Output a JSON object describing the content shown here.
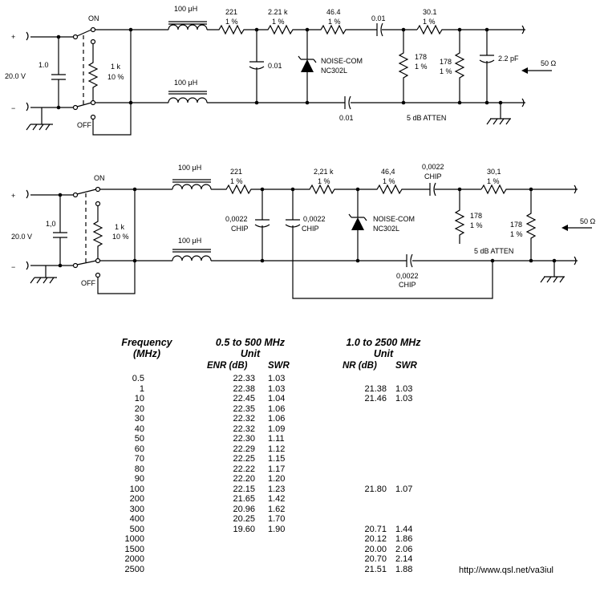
{
  "schematic1": {
    "supply_plus": "+",
    "supply_minus": "−",
    "supply_voltage": "20.0 V",
    "input_cap": "1.0",
    "switch_on": "ON",
    "switch_off": "OFF",
    "bleeder_value": "1 k",
    "bleeder_tol": "10 %",
    "choke_top": "100 μH",
    "choke_bottom": "100 μH",
    "r221_value": "221",
    "r221_tol": "1 %",
    "r221k_value": "2.21 k",
    "r221k_tol": "1 %",
    "bypass_cap": "0.01",
    "diode_name": "NOISE-COM",
    "diode_part": "NC302L",
    "r464_value": "46.4",
    "r464_tol": "1 %",
    "coupling_cap_top": "0.01",
    "coupling_cap_bottom": "0.01",
    "r301_value": "30.1",
    "r301_tol": "1 %",
    "r178a_value": "178",
    "r178a_tol": "1 %",
    "r178b_value": "178",
    "r178b_tol": "1 %",
    "output_cap": "2.2 pF",
    "impedance": "50 Ω",
    "atten": "5 dB ATTEN"
  },
  "schematic2": {
    "supply_plus": "+",
    "supply_minus": "−",
    "supply_voltage": "20.0 V",
    "input_cap": "1,0",
    "switch_on": "ON",
    "switch_off": "OFF",
    "bleeder_value": "1 k",
    "bleeder_tol": "10 %",
    "choke_top": "100 μH",
    "choke_bottom": "100 μH",
    "r221_value": "221",
    "r221_tol": "1 %",
    "bypass1_value": "0,0022",
    "bypass1_type": "CHIP",
    "bypass2_value": "0,0022",
    "bypass2_type": "CHIP",
    "r221k_value": "2,21 k",
    "r221k_tol": "1 %",
    "diode_name": "NOISE-COM",
    "diode_part": "NC302L",
    "r464_value": "46,4",
    "r464_tol": "1 %",
    "coupling_top_value": "0,0022",
    "coupling_top_type": "CHIP",
    "coupling_bottom_value": "0,0022",
    "coupling_bottom_type": "CHIP",
    "r301_value": "30,1",
    "r301_tol": "1 %",
    "r178a_value": "178",
    "r178a_tol": "1 %",
    "r178b_value": "178",
    "r178b_tol": "1 %",
    "impedance": "50 Ω",
    "atten": "5 dB ATTEN"
  },
  "table": {
    "freq_header": [
      "Frequency",
      "(MHz)"
    ],
    "unit1_header": [
      "0.5 to 500 MHz",
      "Unit"
    ],
    "unit2_header": [
      "1.0 to 2500 MHz",
      "Unit"
    ],
    "unit1_enr": "ENR (dB)",
    "unit1_swr": "SWR",
    "unit2_nr": "NR (dB)",
    "unit2_swr": "SWR",
    "rows": [
      {
        "freq": "0.5",
        "enr1": "22.33",
        "swr1": "1.03",
        "nr2": "",
        "swr2": ""
      },
      {
        "freq": "1",
        "enr1": "22.38",
        "swr1": "1.03",
        "nr2": "21.38",
        "swr2": "1.03"
      },
      {
        "freq": "10",
        "enr1": "22.45",
        "swr1": "1.04",
        "nr2": "21.46",
        "swr2": "1.03"
      },
      {
        "freq": "20",
        "enr1": "22.35",
        "swr1": "1.06",
        "nr2": "",
        "swr2": ""
      },
      {
        "freq": "30",
        "enr1": "22.32",
        "swr1": "1.06",
        "nr2": "",
        "swr2": ""
      },
      {
        "freq": "40",
        "enr1": "22.32",
        "swr1": "1.09",
        "nr2": "",
        "swr2": ""
      },
      {
        "freq": "50",
        "enr1": "22.30",
        "swr1": "1.11",
        "nr2": "",
        "swr2": ""
      },
      {
        "freq": "60",
        "enr1": "22.29",
        "swr1": "1.12",
        "nr2": "",
        "swr2": ""
      },
      {
        "freq": "70",
        "enr1": "22.25",
        "swr1": "1.15",
        "nr2": "",
        "swr2": ""
      },
      {
        "freq": "80",
        "enr1": "22.22",
        "swr1": "1.17",
        "nr2": "",
        "swr2": ""
      },
      {
        "freq": "90",
        "enr1": "22.20",
        "swr1": "1.20",
        "nr2": "",
        "swr2": ""
      },
      {
        "freq": "100",
        "enr1": "22.15",
        "swr1": "1.23",
        "nr2": "21.80",
        "swr2": "1.07"
      },
      {
        "freq": "200",
        "enr1": "21.65",
        "swr1": "1.42",
        "nr2": "",
        "swr2": ""
      },
      {
        "freq": "300",
        "enr1": "20.96",
        "swr1": "1.62",
        "nr2": "",
        "swr2": ""
      },
      {
        "freq": "400",
        "enr1": "20.25",
        "swr1": "1.70",
        "nr2": "",
        "swr2": ""
      },
      {
        "freq": "500",
        "enr1": "19.60",
        "swr1": "1.90",
        "nr2": "20.71",
        "swr2": "1.44"
      },
      {
        "freq": "1000",
        "enr1": "",
        "swr1": "",
        "nr2": "20.12",
        "swr2": "1.86"
      },
      {
        "freq": "1500",
        "enr1": "",
        "swr1": "",
        "nr2": "20.00",
        "swr2": "2.06"
      },
      {
        "freq": "2000",
        "enr1": "",
        "swr1": "",
        "nr2": "20.70",
        "swr2": "2.14"
      },
      {
        "freq": "2500",
        "enr1": "",
        "swr1": "",
        "nr2": "21.51",
        "swr2": "1.88"
      }
    ]
  },
  "footer": {
    "url": "http://www.qsl.net/va3iul"
  }
}
